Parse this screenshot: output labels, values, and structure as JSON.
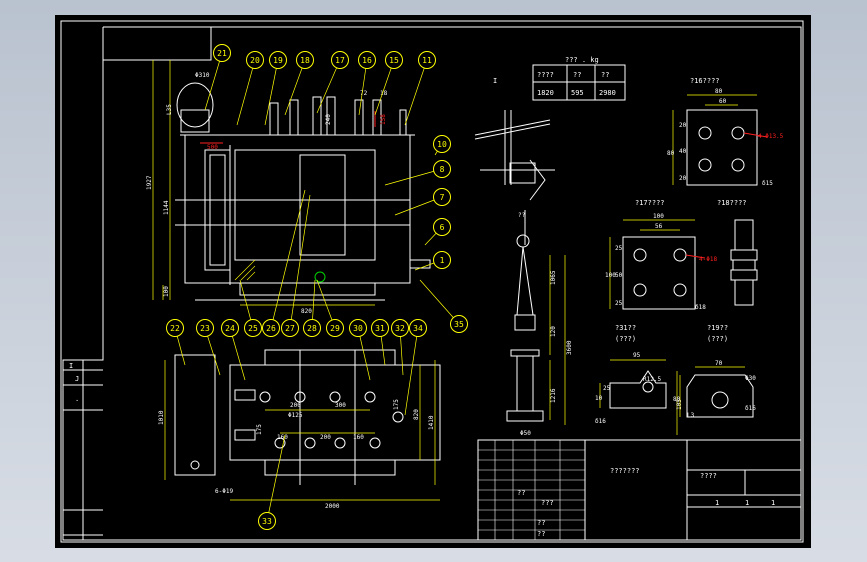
{
  "colors": {
    "line": "#ffffff",
    "dim": "#ffff00",
    "accent": "#ff2020",
    "green": "#00d000",
    "paper": "#000000"
  },
  "weights": {
    "title": "???  . kg",
    "header": [
      "????",
      "??",
      "??"
    ],
    "values": [
      "1820",
      "595",
      "2980"
    ]
  },
  "callouts": [
    "21",
    "20",
    "19",
    "18",
    "17",
    "16",
    "15",
    "11",
    "10",
    "8",
    "7",
    "6",
    "1",
    "35",
    "22",
    "23",
    "24",
    "25",
    "26",
    "27",
    "28",
    "29",
    "30",
    "31",
    "32",
    "34",
    "33"
  ],
  "dims": {
    "front": [
      "Φ310",
      "L35",
      "1927",
      "1144",
      "100",
      "820",
      "500",
      "72",
      "18",
      "158",
      "240"
    ],
    "plan": [
      "1010",
      "2000",
      "820",
      "1410",
      "200",
      "300",
      "160",
      "200",
      "160",
      "175",
      "Φ125",
      "175",
      "6-Φ19"
    ],
    "bushing": [
      "??",
      "1065",
      "120",
      "3600",
      "1216",
      "Φ50"
    ]
  },
  "details": {
    "d16": {
      "title": "?16????",
      "dims": [
        "80",
        "60",
        "20",
        "20",
        "40",
        "80",
        "4-Φ13.5",
        "δ15"
      ]
    },
    "d17": {
      "title": "?17????",
      "dims": [
        "100",
        "56",
        "25",
        "25",
        "50",
        "100",
        "4-Φ18",
        "δ18"
      ]
    },
    "d18": {
      "title": "?18????"
    },
    "d31": {
      "title": "?31??",
      "sub": "(???)",
      "dims": [
        "95",
        "10",
        "25",
        "R12.5",
        "105",
        "δ16"
      ]
    },
    "d19": {
      "title": "?19??",
      "sub": "(???)",
      "dims": [
        "70",
        "Φ30",
        "80",
        "δ16",
        "L3"
      ]
    }
  },
  "section_mark": "I",
  "titleblock": {
    "name": "???????",
    "t1": "????",
    "t2": "??",
    "t3": "???",
    "t4": "??",
    "t5": "??",
    "r1": "1",
    "r2": "1",
    "r3": "1"
  },
  "left_strip": [
    "I",
    "J",
    "."
  ]
}
